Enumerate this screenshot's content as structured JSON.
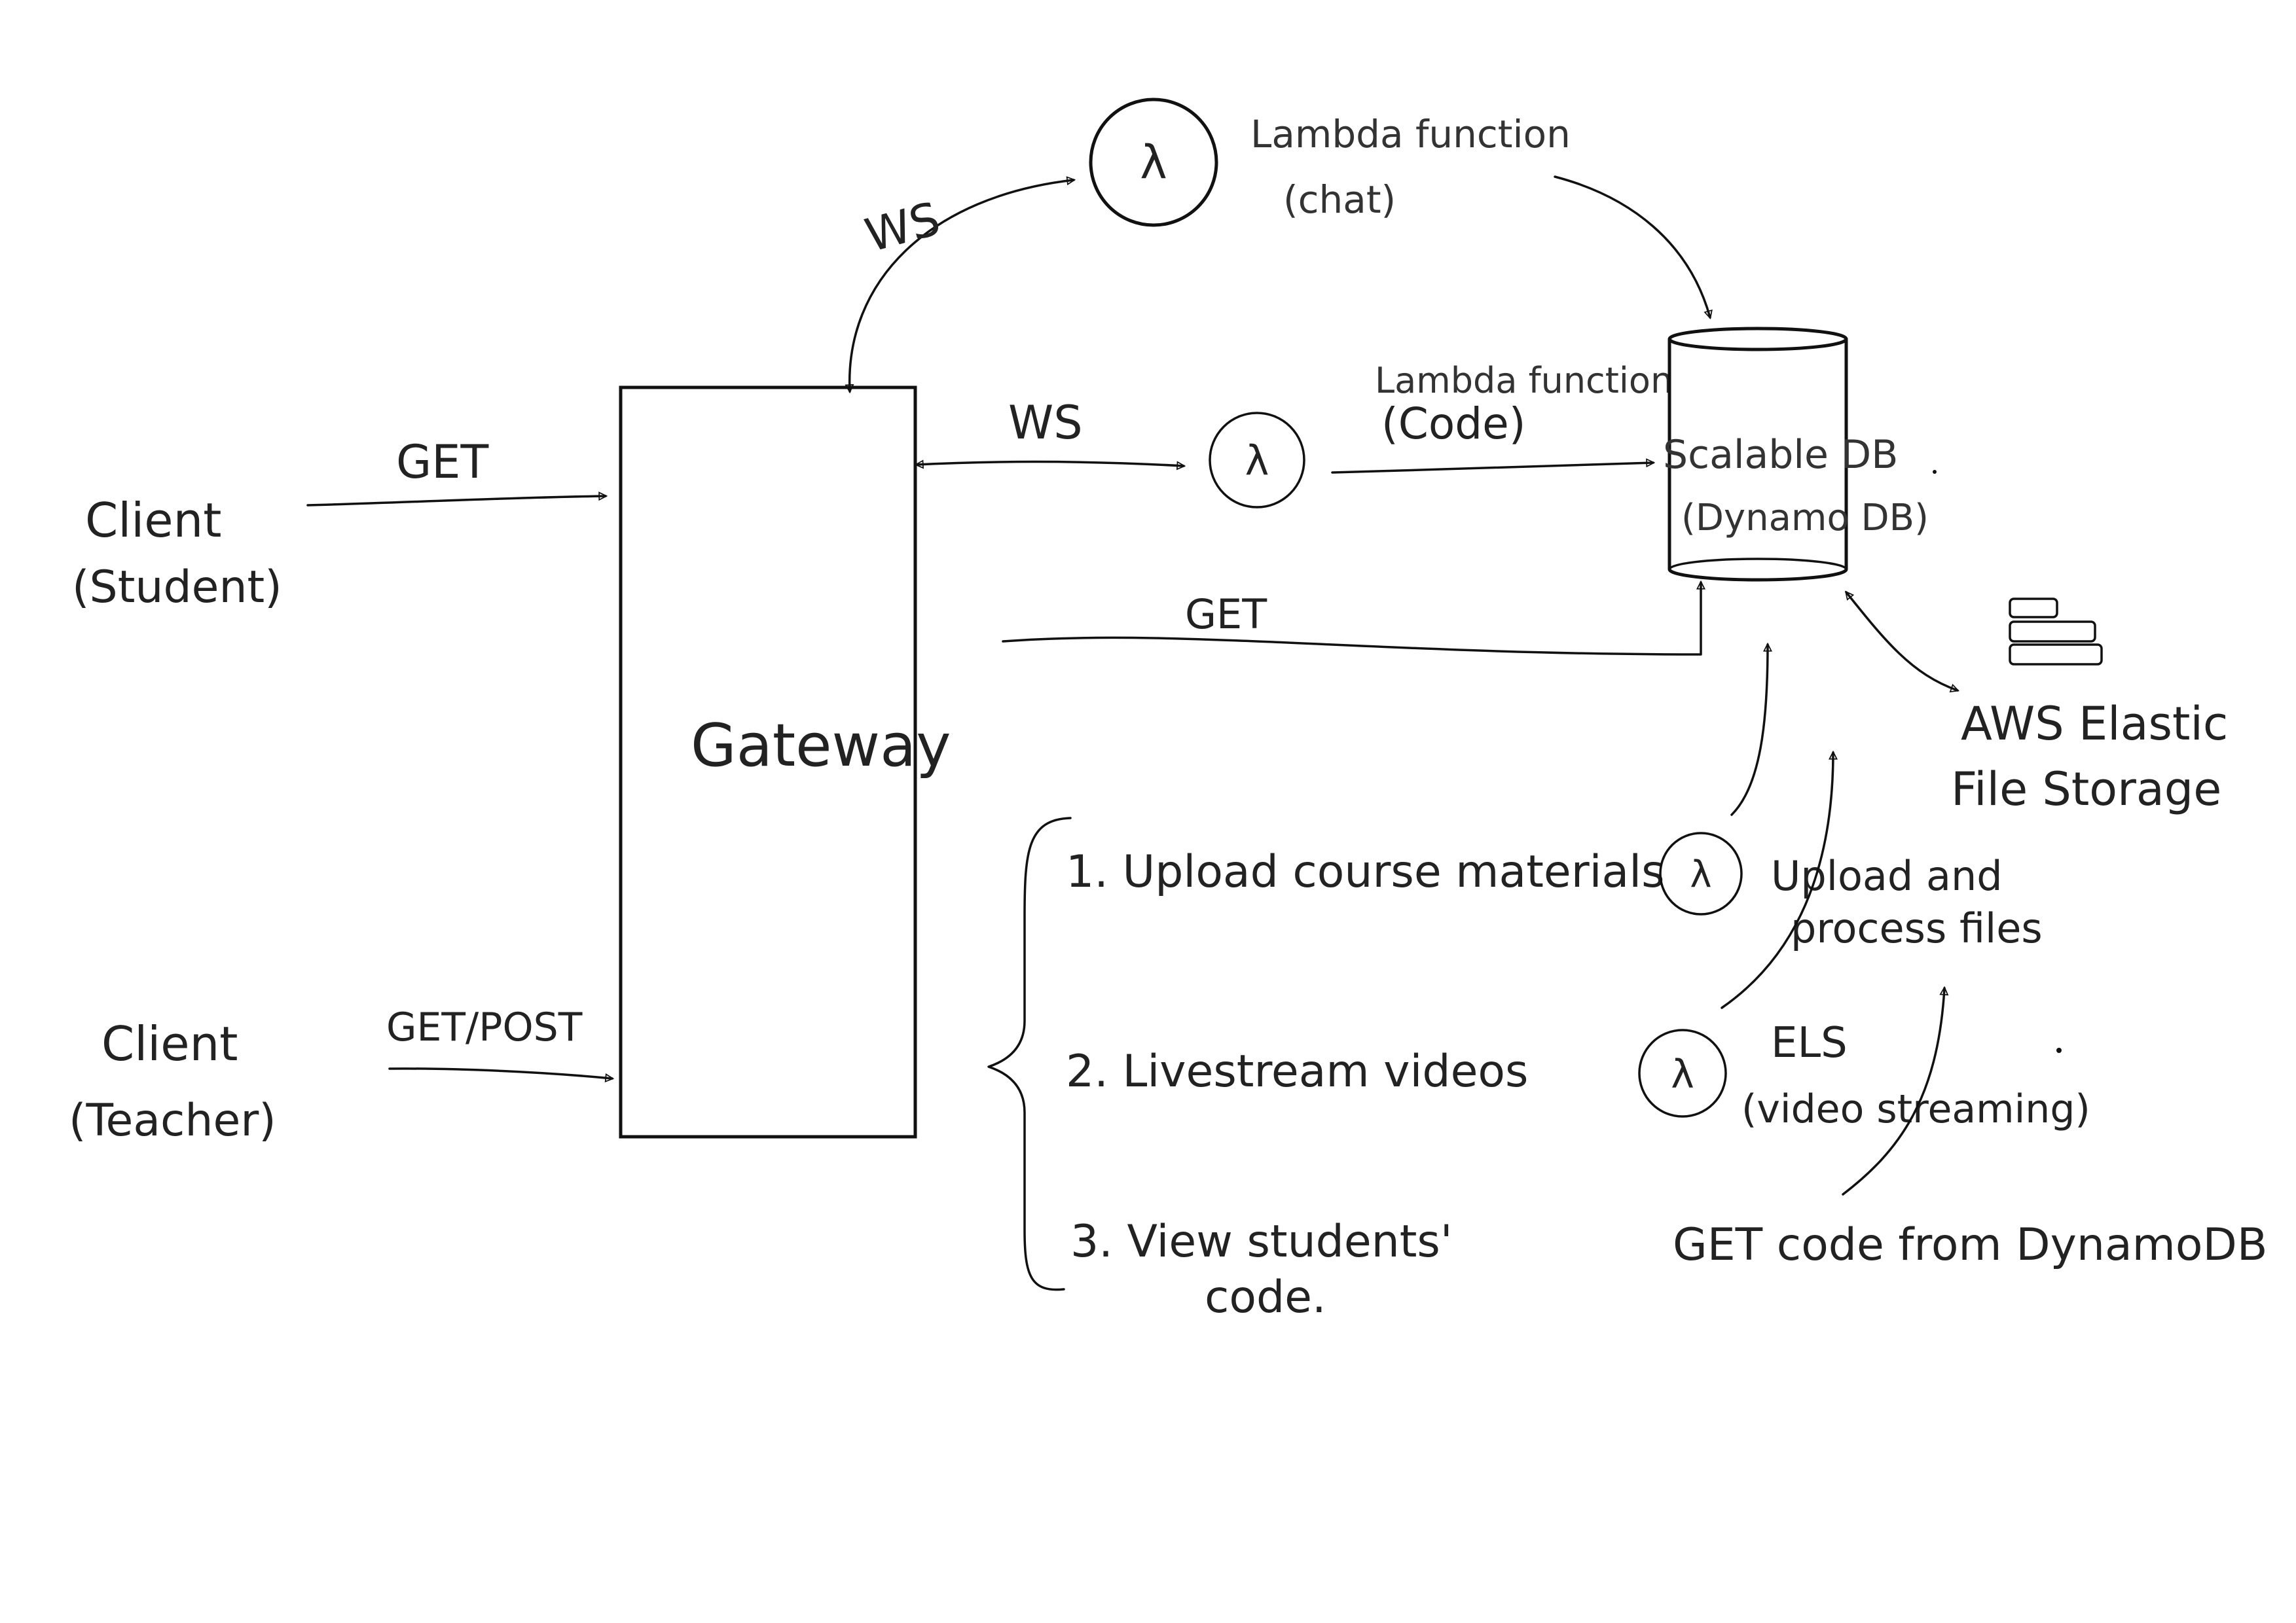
{
  "nodes": {
    "client_student": {
      "line1": "Client",
      "line2": "(Student)"
    },
    "client_teacher": {
      "line1": "Client",
      "line2": "(Teacher)"
    },
    "gateway": {
      "label": "Gateway"
    },
    "lambda_chat": {
      "symbol": "λ",
      "line1": "Lambda function",
      "line2": "(chat)"
    },
    "lambda_code": {
      "symbol": "λ",
      "line1": "Lambda function",
      "line2": "(Code)"
    },
    "db": {
      "line1": "Scalable DB",
      "line2": "(Dynamo DB)"
    },
    "efs": {
      "line1": "AWS Elastic",
      "line2": "File Storage"
    },
    "lambda_upload": {
      "symbol": "λ",
      "line1": "Upload and",
      "line2": "process files"
    },
    "lambda_els": {
      "symbol": "λ",
      "line1": "ELS",
      "line2": "(video streaming)"
    },
    "get_code": {
      "label": "GET code from DynamoDB"
    }
  },
  "edges": {
    "student_get": "GET",
    "teacher_getpost": "GET/POST",
    "ws_chat": "WS",
    "ws_code": "WS",
    "gateway_db_get": "GET"
  },
  "teacher_features": [
    "1. Upload course materials",
    "2. Livestream videos",
    "3. View students'",
    "code."
  ],
  "icons": {
    "lambda": "lambda-icon",
    "database": "database-cylinder-icon",
    "storage": "storage-stack-icon"
  },
  "colors": {
    "ink": "#111111",
    "text": "#222222",
    "background": "#ffffff"
  }
}
